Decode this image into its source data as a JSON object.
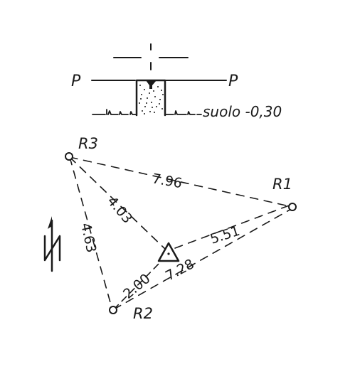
{
  "section": {
    "plane_left": "P",
    "plane_right": "P",
    "ground_label": "suolo -0,30"
  },
  "points": {
    "r1": "R1",
    "r2": "R2",
    "r3": "R3"
  },
  "distances": {
    "r3_r1": "7.96",
    "r3_station": "4.03",
    "r3_r2": "4.63",
    "station_r1": "5.51",
    "r2_station": "2.00",
    "r2_r1": "7.28"
  },
  "north_arrow": "north-arrow-icon"
}
